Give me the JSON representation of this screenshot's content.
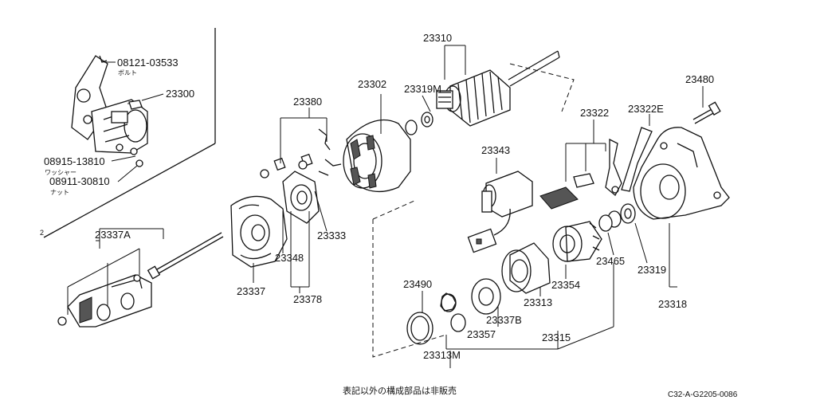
{
  "parts": {
    "p08121": "08121-03533",
    "p08121_sub": "ボルト",
    "p23300": "23300",
    "p08915": "08915-13810",
    "p08915_sub": "ワッシャー",
    "p08911": "08911-30810",
    "p08911_sub": "ナット",
    "p23337A": "23337A",
    "p23337": "23337",
    "p23380": "23380",
    "p23348": "23348",
    "p23378": "23378",
    "p23333": "23333",
    "p23302": "23302",
    "p23310": "23310",
    "p23319M": "23319M",
    "p23343": "23343",
    "p23322": "23322",
    "p23322E": "23322E",
    "p23480": "23480",
    "p23465": "23465",
    "p23319": "23319",
    "p23318": "23318",
    "p23354": "23354",
    "p23313": "23313",
    "p23490": "23490",
    "p23357": "23357",
    "p23337B": "23337B",
    "p23315": "23315",
    "p23313M": "23313M",
    "stray_mark": "2"
  },
  "footer": {
    "note": "表記以外の構成部品は非販売",
    "diagram_code": "C32-A-G2205-0086"
  }
}
